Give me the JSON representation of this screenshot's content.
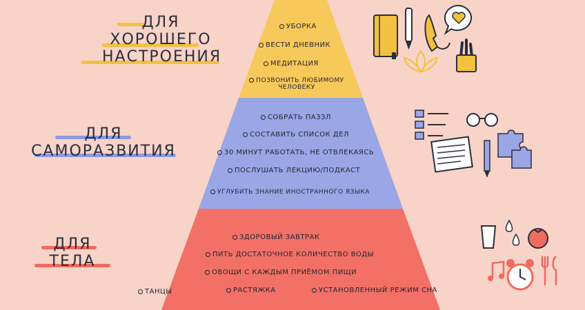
{
  "tiers": [
    {
      "label_lines": [
        "ДЛЯ",
        "ХОРОШЕГО",
        "НАСТРОЕНИЯ"
      ],
      "color": "#f7c85a",
      "accent": "#f2c13f",
      "items": [
        "УБОРКА",
        "ВЕСТИ ДНЕВНИК",
        "МЕДИТАЦИЯ",
        "ПОЗВОНИТЬ ЛЮБИМОМУ ЧЕЛОВЕКУ"
      ]
    },
    {
      "label_lines": [
        "ДЛЯ",
        "САМОРАЗВИТИЯ"
      ],
      "color": "#9aa6e6",
      "accent": "#8b98e2",
      "items": [
        "СОБРАТЬ ПАЗЗЛ",
        "СОСТАВИТЬ СПИСОК ДЕЛ",
        "30 МИНУТ РАБОТАТЬ, НЕ ОТВЛЕКАЯСЬ",
        "ПОСЛУШАТЬ ЛЕКЦИЮ/ПОДКАСТ",
        "УГЛУБИТЬ ЗНАНИЕ ИНОСТРАННОГО ЯЗЫКА"
      ]
    },
    {
      "label_lines": [
        "ДЛЯ",
        "ТЕЛА"
      ],
      "color": "#f27066",
      "accent": "#ef6a5f",
      "items": [
        "ЗДОРОВЫЙ ЗАВТРАК",
        "ПИТЬ ДОСТАТОЧНОЕ КОЛИЧЕСТВО ВОДЫ",
        "ОВОЩИ С КАЖДЫМ ПРИЁМОМ ПИЩИ",
        "ТАНЦЫ",
        "РАСТЯЖКА",
        "УСТАНОВЛЕННЫЙ РЕЖИМ СНА"
      ]
    }
  ],
  "icons": {
    "mood": [
      "notebook-icon",
      "pen-icon",
      "phone-icon",
      "heart-speech-bubble-icon",
      "lotus-icon",
      "plant-pot-icon"
    ],
    "growth": [
      "checklist-icon",
      "glasses-icon",
      "notepad-icon",
      "pencil-icon",
      "puzzle-icon"
    ],
    "body": [
      "water-glass-icon",
      "drops-icon",
      "tomato-icon",
      "music-note-icon",
      "alarm-clock-icon",
      "cutlery-icon"
    ]
  }
}
